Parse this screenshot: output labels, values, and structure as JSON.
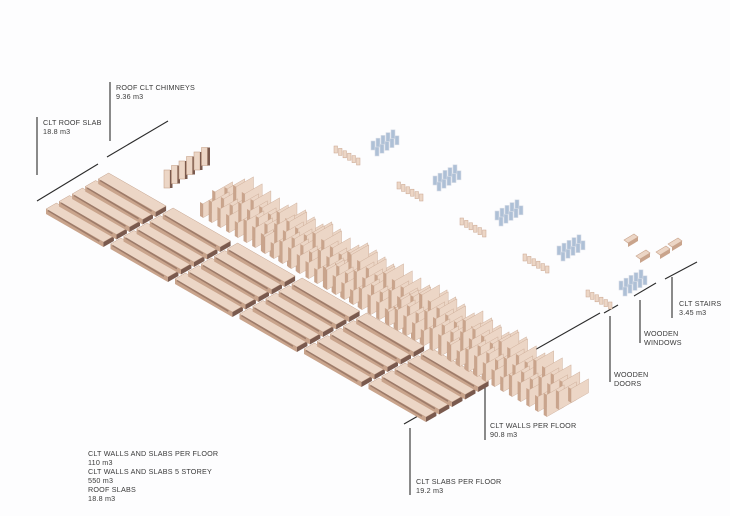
{
  "labels": {
    "roof_chimneys": {
      "title": "ROOF CLT CHIMNEYS",
      "value": "9.36 m3"
    },
    "roof_slab": {
      "title": "CLT ROOF SLAB",
      "value": "18.8 m3"
    },
    "stairs": {
      "title": "CLT STAIRS",
      "value": "3.45 m3"
    },
    "windows": {
      "line1": "WOODEN",
      "line2": "WINDOWS"
    },
    "doors": {
      "line1": "WOODEN",
      "line2": "DOORS"
    },
    "walls": {
      "title": "CLT WALLS PER FLOOR",
      "value": "90.8 m3"
    },
    "slabs": {
      "title": "CLT SLABS PER FLOOR",
      "value": "19.2 m3"
    }
  },
  "summary": {
    "line1": "CLT WALLS AND SLABS PER FLOOR",
    "line2": "110 m3",
    "line3": "CLT WALLS AND SLABS 5 STOREY",
    "line4": "550 m3",
    "line5": "ROOF SLABS",
    "line6": "18.8 m3"
  },
  "colors": {
    "timber_top": "#ecd6c6",
    "timber_side": "#c9a48c",
    "timber_shadow": "#7a5a4e",
    "window_glass": "#aec0d6",
    "window_frame": "#d8dde6",
    "leader_line": "#2b2b2b"
  }
}
